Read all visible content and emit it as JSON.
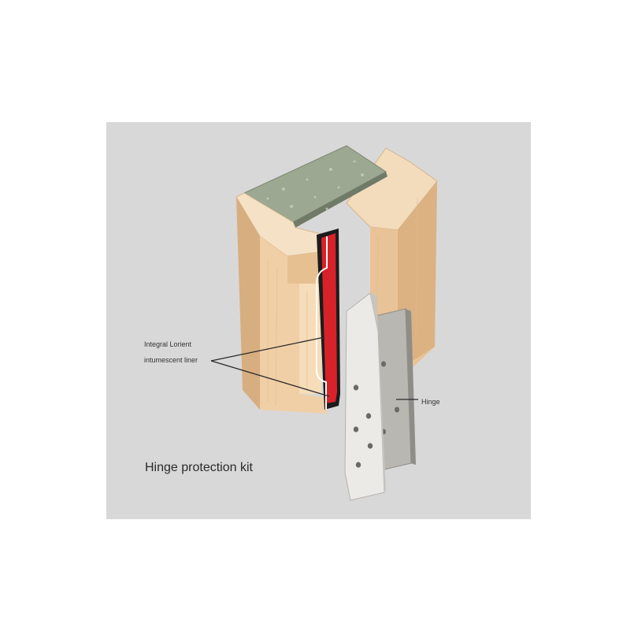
{
  "callouts": {
    "liner_line1": "Integral Lorient",
    "liner_line2": "intumescent liner",
    "hinge": "Hinge"
  },
  "caption": "Hinge protection kit",
  "colors": {
    "panel_bg": "#d9d8d8",
    "wood_light": "#f1d3ad",
    "wood_mid": "#e2bc8e",
    "wood_dark": "#caa177",
    "liner_red": "#d8222a",
    "liner_black": "#1a1a1a",
    "board_green": "#9aa58f",
    "steel": "#c9c9c9",
    "steel_dark": "#a8a6a2"
  }
}
